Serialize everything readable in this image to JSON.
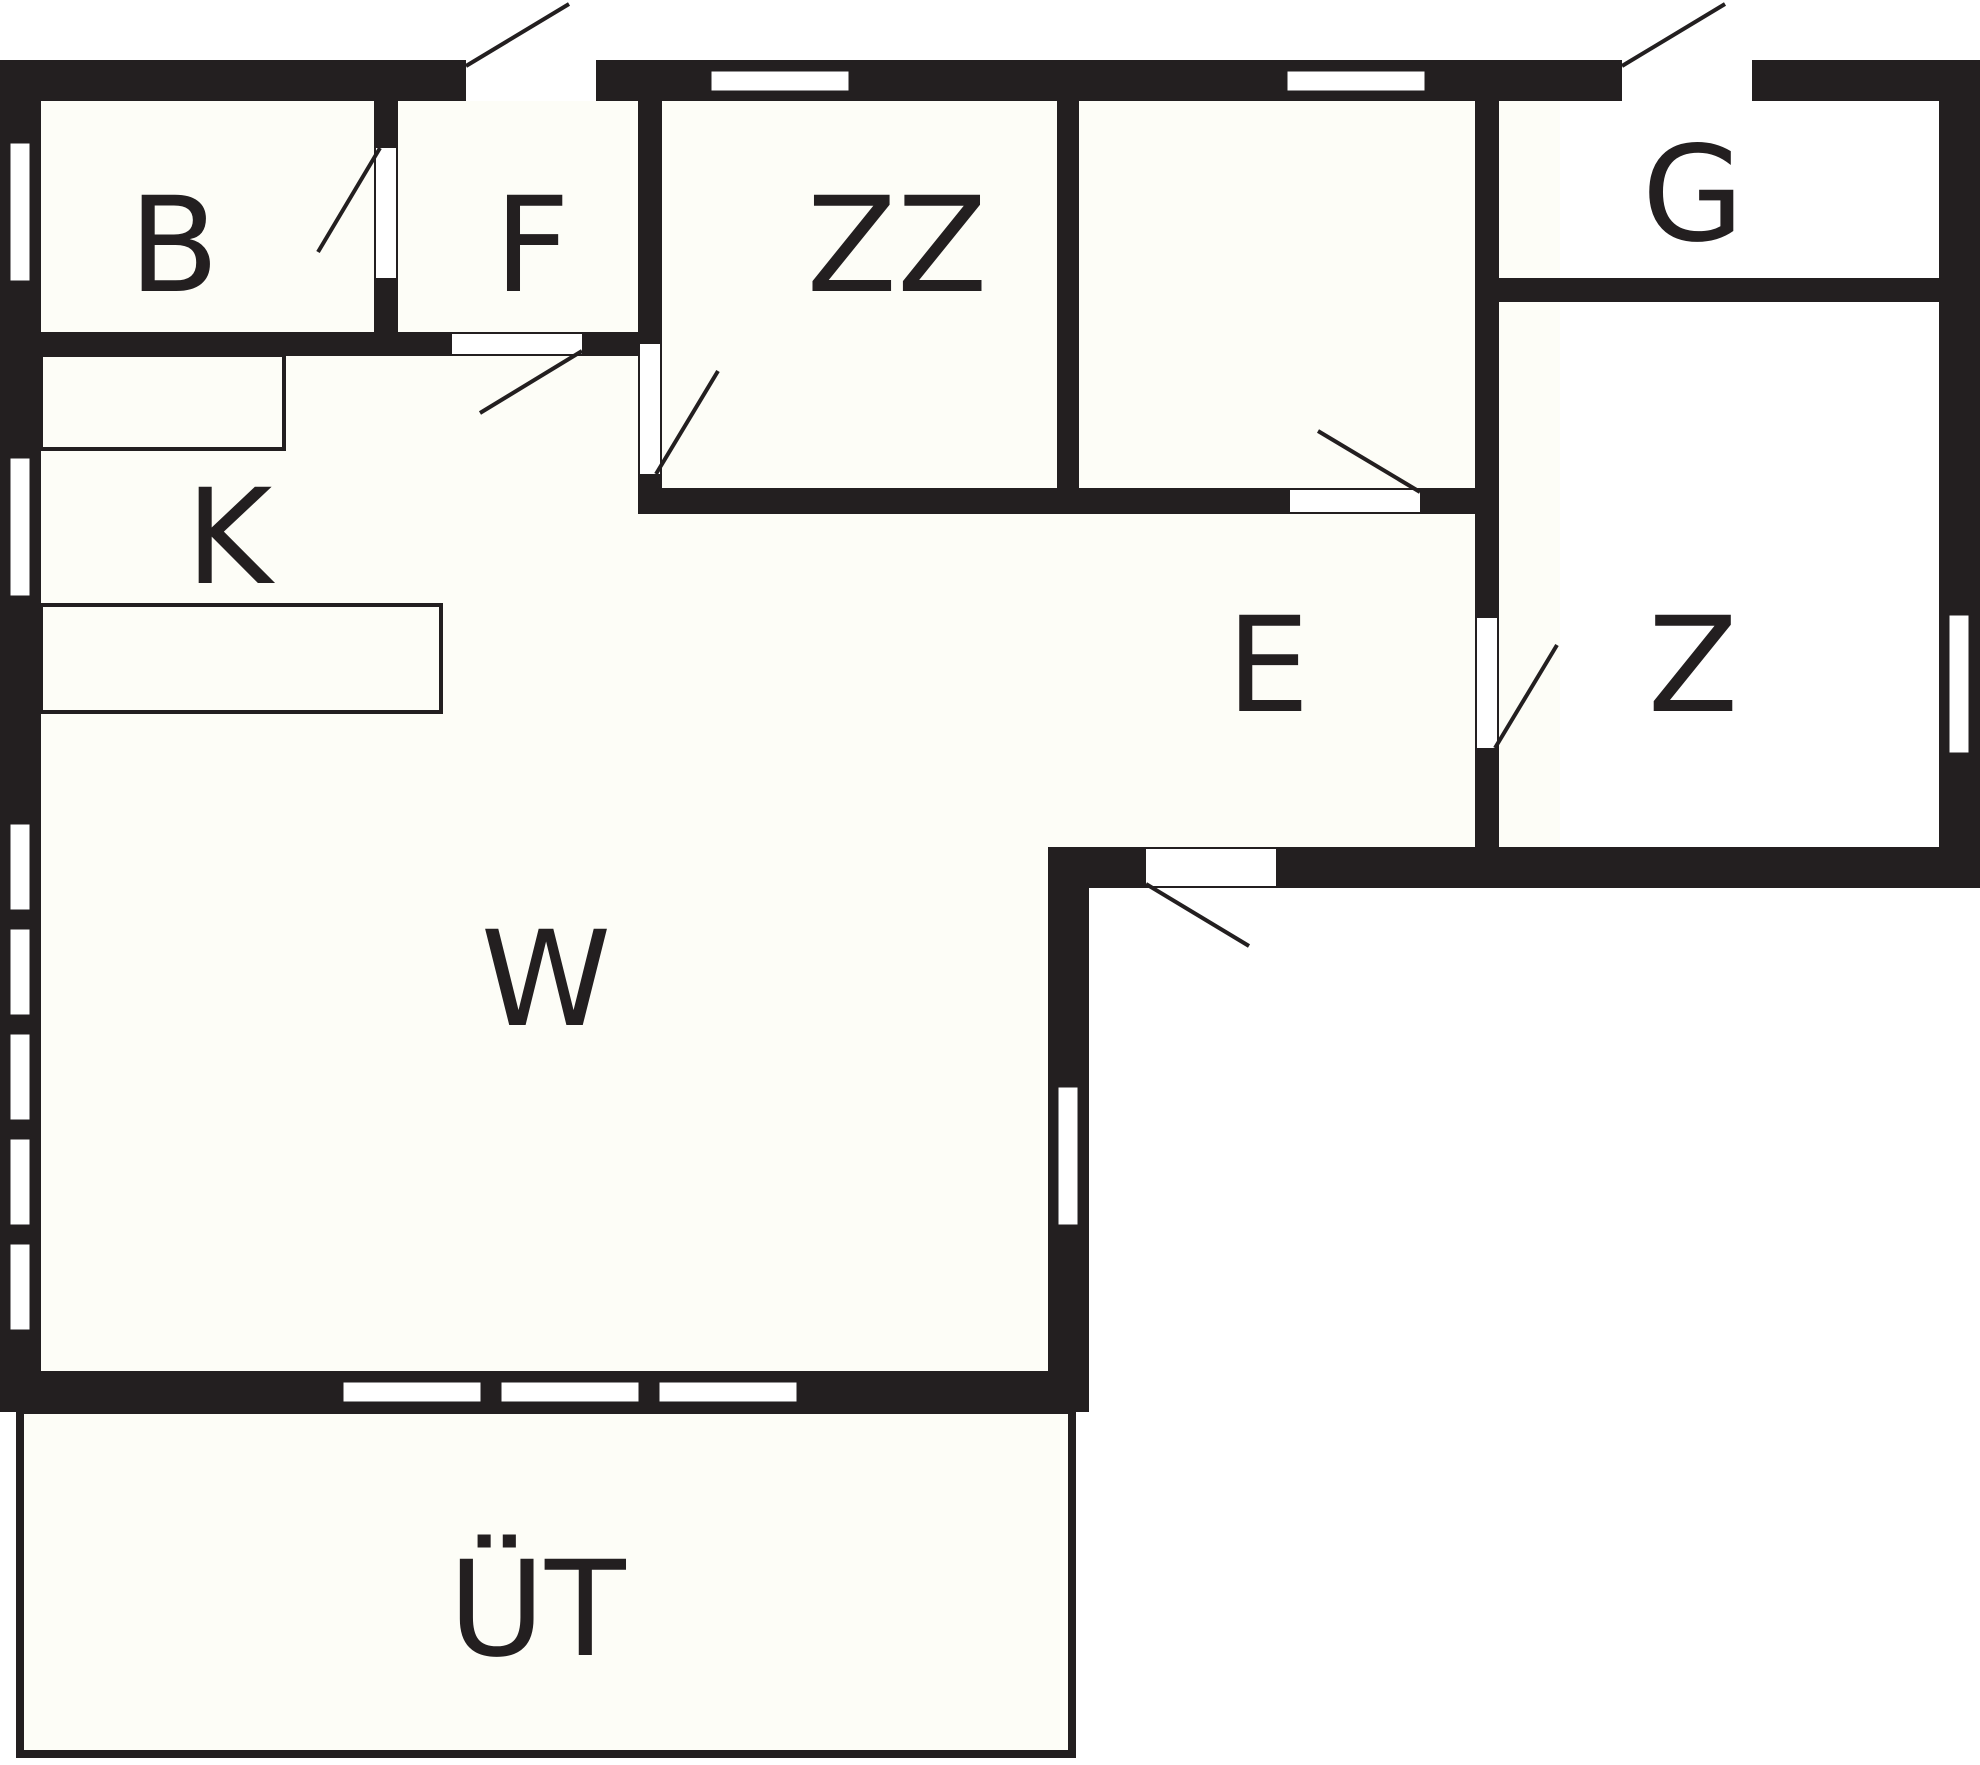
{
  "colors": {
    "wall": "#231f20",
    "floor": "#fdfdf7",
    "opening": "#ffffff"
  },
  "rooms": [
    {
      "id": "B",
      "label": "B"
    },
    {
      "id": "F",
      "label": "F"
    },
    {
      "id": "ZZ",
      "label": "ZZ"
    },
    {
      "id": "G",
      "label": "G"
    },
    {
      "id": "K",
      "label": "K"
    },
    {
      "id": "E",
      "label": "E"
    },
    {
      "id": "Z",
      "label": "Z"
    },
    {
      "id": "W",
      "label": "W"
    },
    {
      "id": "UT",
      "label": "ÜT"
    }
  ]
}
